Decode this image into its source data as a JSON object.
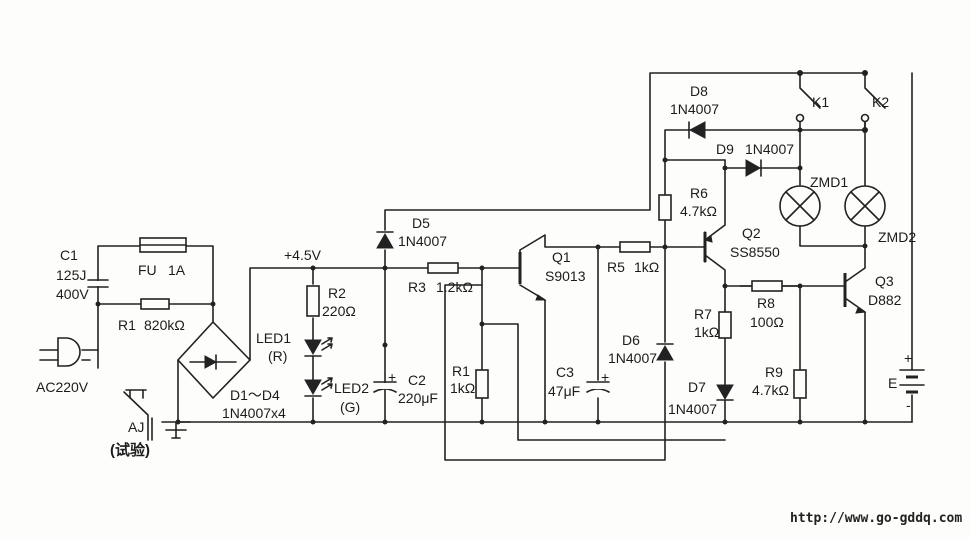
{
  "labels": {
    "c1_name": "C1",
    "c1_value": "125J",
    "c1_voltage": "400V",
    "fuse_name": "FU",
    "fuse_value": "1A",
    "r1a_name": "R1",
    "r1a_value": "820kΩ",
    "ac_source": "AC220V",
    "aj_name": "AJ",
    "aj_caption": "(试验)",
    "bridge_name": "D1～D4",
    "bridge_value": "1N4007x4",
    "rail_voltage": "+4.5V",
    "r2_name": "R2",
    "r2_value": "220Ω",
    "led1_name": "LED1",
    "led1_color": "(R)",
    "led2_name": "LED2",
    "led2_color": "(G)",
    "d5_name": "D5",
    "d5_value": "1N4007",
    "r3_name": "R3",
    "r3_value": "1.2kΩ",
    "c2_name": "C2",
    "c2_value": "220μF",
    "r1b_name": "R1",
    "r1b_value": "1kΩ",
    "q1_name": "Q1",
    "q1_value": "S9013",
    "r5_name": "R5",
    "r5_value": "1kΩ",
    "c3_name": "C3",
    "c3_value": "47μF",
    "d6_name": "D6",
    "d6_value": "1N4007",
    "d8_name": "D8",
    "d8_value": "1N4007",
    "d9_name": "D9",
    "d9_value": "1N4007",
    "r6_name": "R6",
    "r6_value": "4.7kΩ",
    "q2_name": "Q2",
    "q2_value": "SS8550",
    "r7_name": "R7",
    "r7_value": "1kΩ",
    "d7_name": "D7",
    "d7_value": "1N4007",
    "r8_name": "R8",
    "r8_value": "100Ω",
    "r9_name": "R9",
    "r9_value": "4.7kΩ",
    "k1_name": "K1",
    "k2_name": "K2",
    "zmd1_name": "ZMD1",
    "zmd2_name": "ZMD2",
    "q3_name": "Q3",
    "q3_value": "D882",
    "battery_name": "E",
    "plus_sign": "+",
    "minus_sign": "-",
    "watermark_url": "http://www.go-gddq.com"
  }
}
